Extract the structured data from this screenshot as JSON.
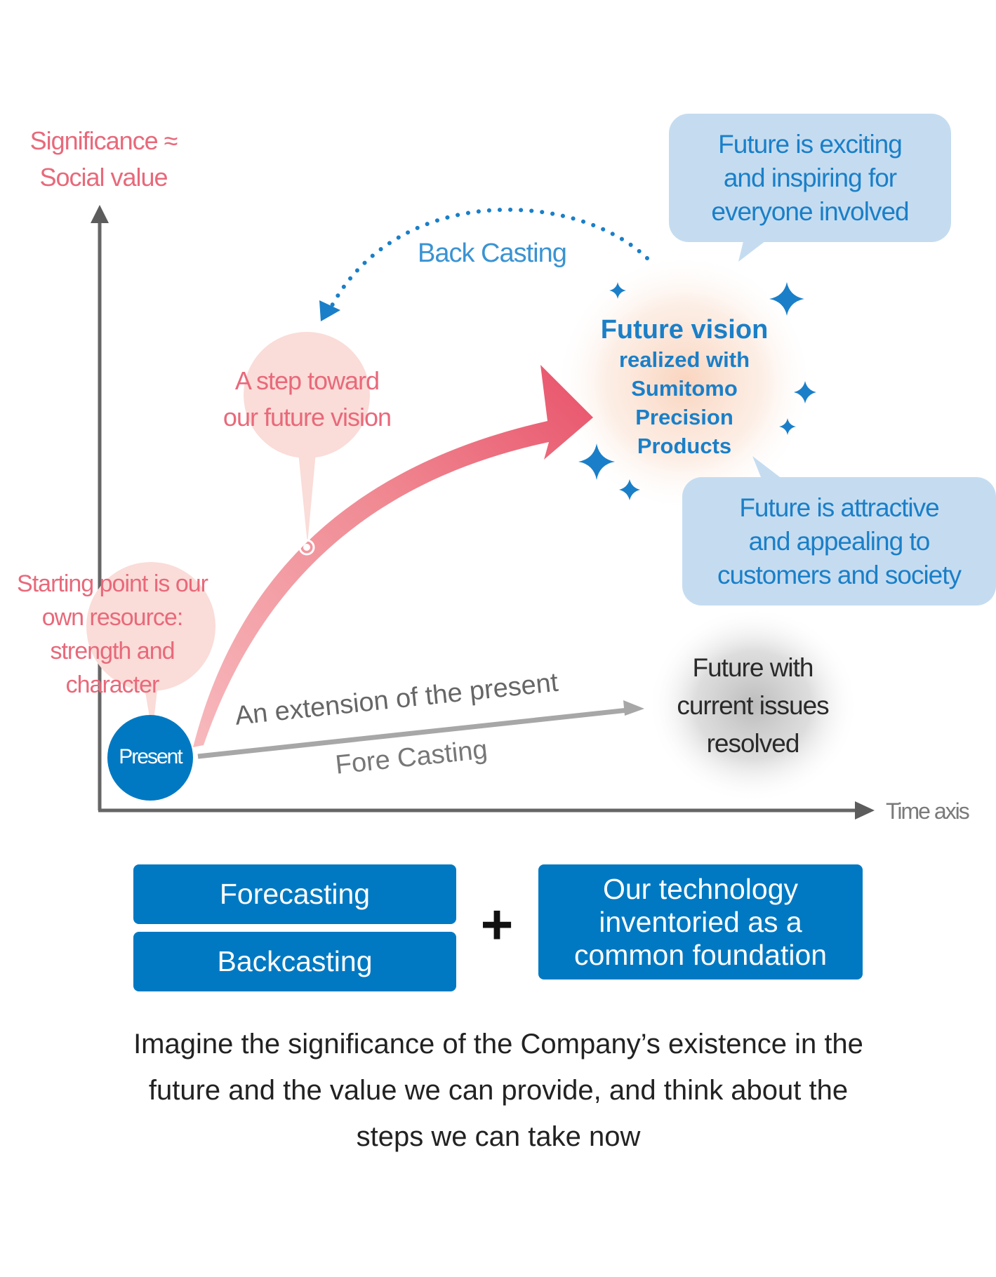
{
  "axes": {
    "y_label_line1": "Significance ≈",
    "y_label_line2": "Social value",
    "x_label": "Time axis"
  },
  "present": {
    "label": "Present"
  },
  "starting_point": {
    "lines": [
      "Starting point is our",
      "own resource:",
      "strength and",
      "character"
    ]
  },
  "step_toward": {
    "lines": [
      "A step toward",
      "our future vision"
    ]
  },
  "back_casting": {
    "label": "Back Casting"
  },
  "fore_casting": {
    "label": "Fore Casting",
    "extension_label": "An extension of the present"
  },
  "future_vision": {
    "title": "Future vision",
    "lines": [
      "realized with",
      "Sumitomo",
      "Precision",
      "Products"
    ]
  },
  "bubble_exciting": {
    "lines": [
      "Future is exciting",
      "and inspiring for",
      "everyone involved"
    ]
  },
  "bubble_attractive": {
    "lines": [
      "Future is attractive",
      "and appealing to",
      "customers and society"
    ]
  },
  "future_resolved": {
    "lines": [
      "Future with",
      "current issues",
      "resolved"
    ]
  },
  "boxes": {
    "forecasting": "Forecasting",
    "backcasting": "Backcasting",
    "plus": "+",
    "technology": [
      "Our technology",
      "inventoried as a",
      "common foundation"
    ]
  },
  "caption": {
    "lines": [
      "Imagine the significance of the Company’s existence in the",
      "future and the value we can provide, and think about the",
      "steps we can take now"
    ]
  },
  "colors": {
    "brand_blue": "#0079c2",
    "text_blue": "#1a7fc8",
    "bubble_blue": "#c5dcf0",
    "pink": "#e8697a",
    "arrow_red": "#e8526a",
    "gray_axis": "#666666"
  }
}
